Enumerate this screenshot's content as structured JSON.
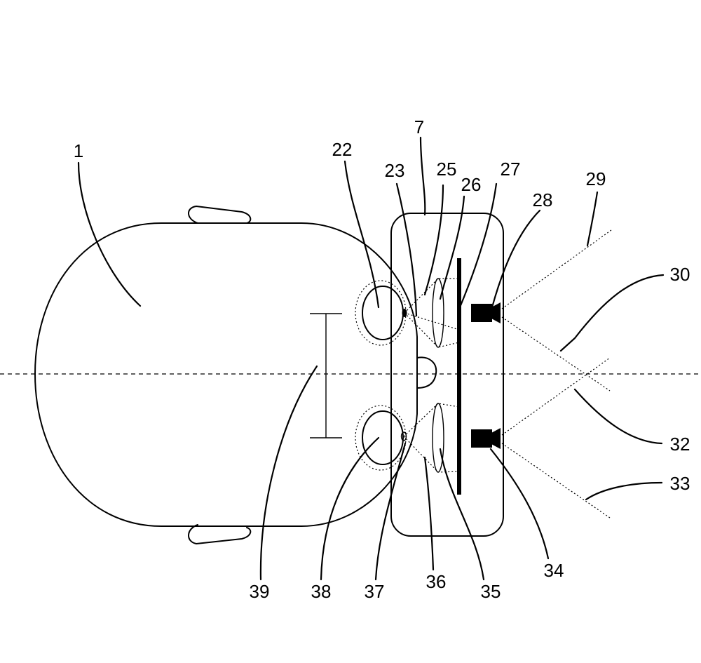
{
  "labels": {
    "l1": "1",
    "l7": "7",
    "l22": "22",
    "l23": "23",
    "l25": "25",
    "l26": "26",
    "l27": "27",
    "l28": "28",
    "l29": "29",
    "l30": "30",
    "l32": "32",
    "l33": "33",
    "l34": "34",
    "l35": "35",
    "l36": "36",
    "l37": "37",
    "l38": "38",
    "l39": "39"
  }
}
